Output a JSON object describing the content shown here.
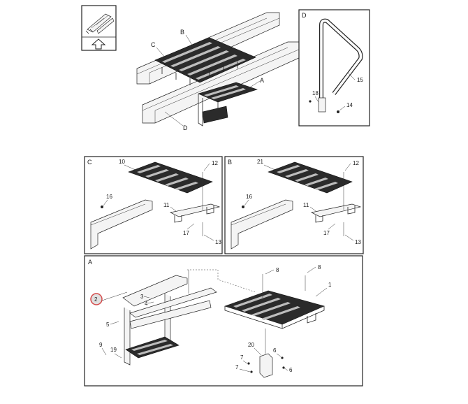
{
  "diagram": {
    "main_view": {
      "callouts": [
        "A",
        "B",
        "C",
        "D"
      ]
    },
    "panel_d": {
      "title": "D",
      "parts": [
        "15",
        "18",
        "14"
      ]
    },
    "panel_c": {
      "title": "C",
      "parts": [
        "10",
        "12",
        "16",
        "11",
        "17",
        "13"
      ]
    },
    "panel_b": {
      "title": "B",
      "parts": [
        "21",
        "12",
        "16",
        "11",
        "17",
        "13"
      ]
    },
    "panel_a": {
      "title": "A",
      "highlighted_part": "2",
      "parts": [
        "3",
        "4",
        "5",
        "9",
        "19",
        "8",
        "8",
        "1",
        "20",
        "6",
        "7",
        "7",
        "6"
      ]
    },
    "orientation_icon": "forward-arrow-icon",
    "highlight_color": "#d44a4a"
  }
}
